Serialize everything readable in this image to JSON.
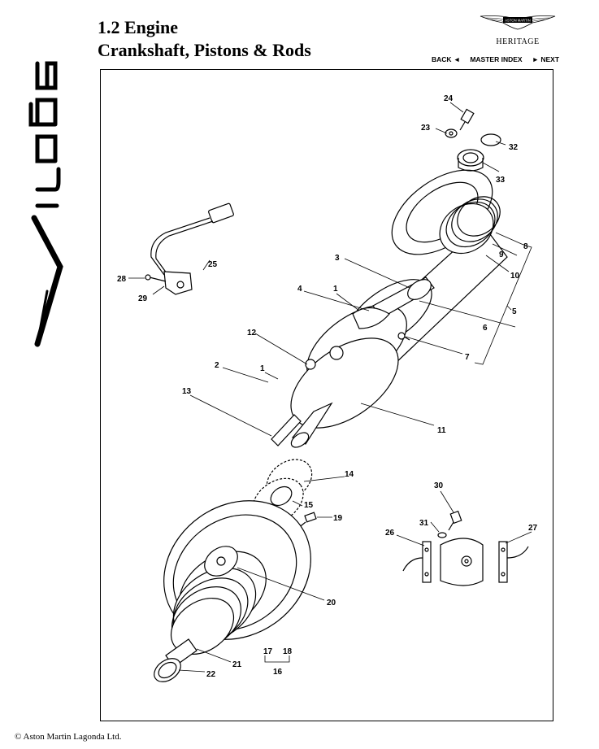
{
  "header": {
    "section": "1.2 Engine",
    "subtitle": "Crankshaft, Pistons & Rods"
  },
  "brand": {
    "model_wordmark": "Virage",
    "logo_text": "ASTON MARTIN",
    "heritage": "HERITAGE"
  },
  "nav": {
    "back": "BACK ◄",
    "master_index": "MASTER INDEX",
    "next": "► NEXT"
  },
  "footer": {
    "copyright": "© Aston Martin Lagonda Ltd."
  },
  "callouts": [
    "1",
    "1",
    "2",
    "3",
    "4",
    "5",
    "6",
    "7",
    "8",
    "9",
    "10",
    "11",
    "12",
    "13",
    "14",
    "15",
    "16",
    "17",
    "18",
    "19",
    "20",
    "21",
    "22",
    "23",
    "24",
    "25",
    "26",
    "27",
    "28",
    "29",
    "30",
    "31",
    "32",
    "33"
  ]
}
